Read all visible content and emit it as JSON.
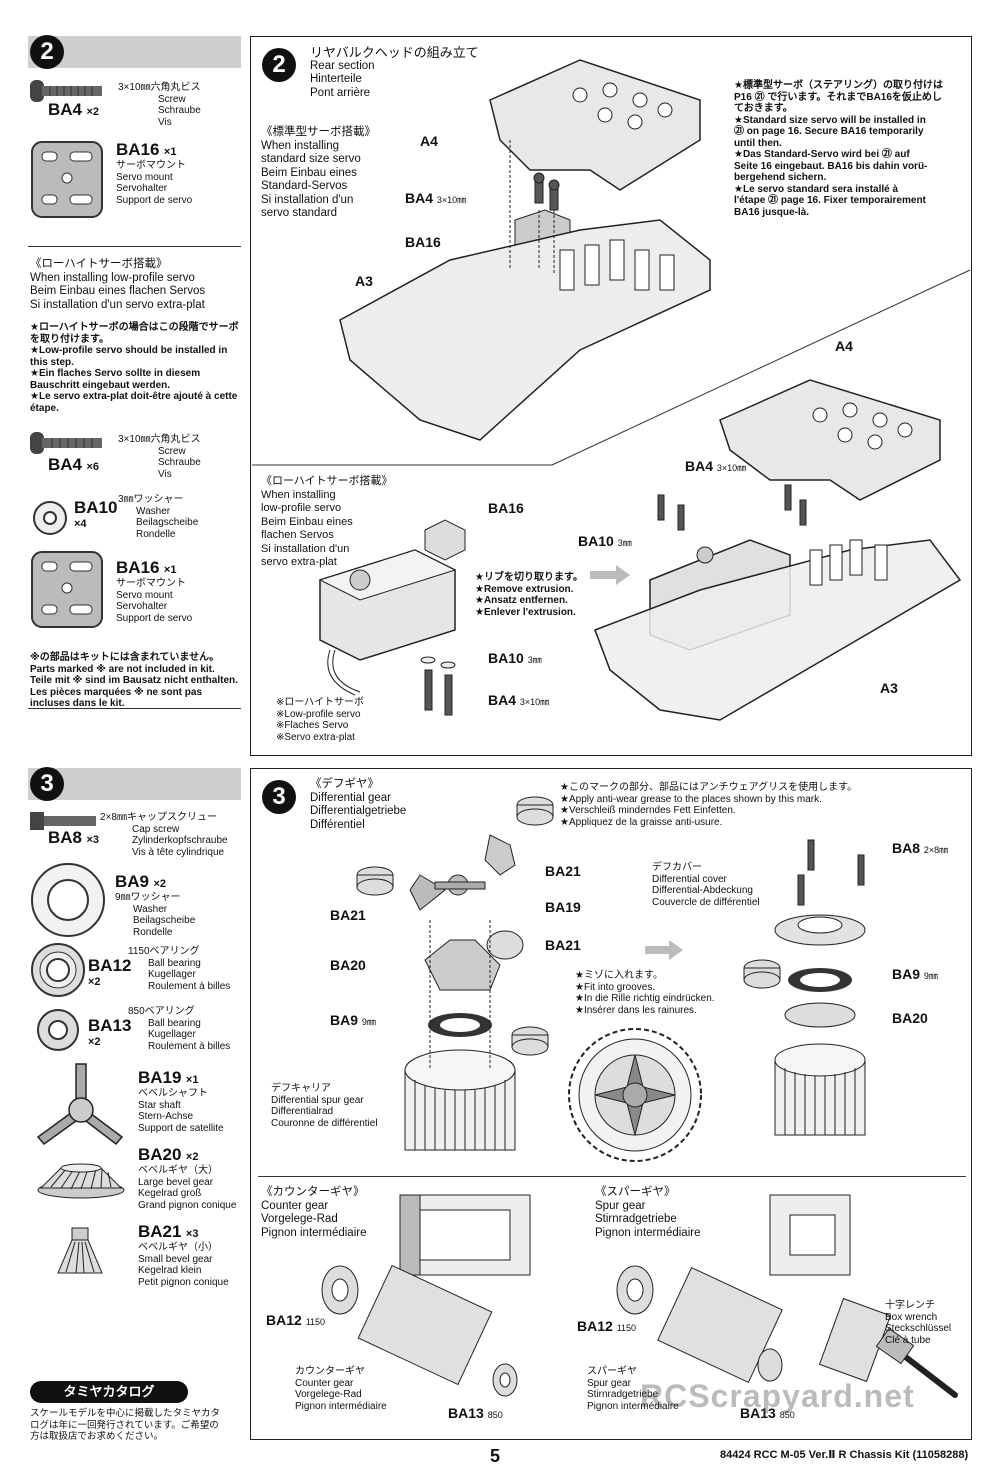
{
  "step2": {
    "number": "2",
    "parts": {
      "screw_a": {
        "jp": "3×10㎜六角丸ビス",
        "langs": [
          "Screw",
          "Schraube",
          "Vis"
        ],
        "code": "BA4",
        "qty": "×2"
      },
      "mount_a": {
        "jp": "サーボマウント",
        "langs": [
          "Servo mount",
          "Servohalter",
          "Support de servo"
        ],
        "code": "BA16",
        "qty": "×1"
      },
      "lowprofile_heading": [
        "《ローハイトサーボ搭載》",
        "When installing low-profile servo",
        "Beim Einbau eines flachen Servos",
        "Si installation d'un servo extra-plat"
      ],
      "lowprofile_notes": [
        "★ローハイトサーボの場合はこの段階でサーボを取り付けます。",
        "★Low-profile servo should be installed in this step.",
        "★Ein flaches Servo sollte in diesem Bauschritt eingebaut werden.",
        "★Le servo extra-plat doit-être ajouté à cette étape."
      ],
      "screw_b": {
        "jp": "3×10㎜六角丸ビス",
        "langs": [
          "Screw",
          "Schraube",
          "Vis"
        ],
        "code": "BA4",
        "qty": "×6"
      },
      "washer": {
        "jp": "3㎜ワッシャー",
        "langs": [
          "Washer",
          "Beilagscheibe",
          "Rondelle"
        ],
        "code": "BA10",
        "qty": "×4"
      },
      "mount_b": {
        "jp": "サーボマウント",
        "langs": [
          "Servo mount",
          "Servohalter",
          "Support de servo"
        ],
        "code": "BA16",
        "qty": "×1"
      },
      "not_included": [
        "※の部品はキットには含まれていません。",
        "Parts marked ※ are not included in kit.",
        "Teile mit ※ sind im Bausatz nicht enthalten.",
        "Les pièces marquées ※ ne sont pas",
        "incluses dans le kit."
      ]
    },
    "diagram": {
      "title": [
        "リヤバルクヘッドの組み立て",
        "Rear section",
        "Hinterteile",
        "Pont arrière"
      ],
      "std_heading": [
        "《標準型サーボ搭載》",
        "When installing",
        "standard size servo",
        "Beim Einbau eines",
        "Standard-Servos",
        "Si installation d'un",
        "servo standard"
      ],
      "std_note": [
        "★標準型サーボ（ステアリング）の取り付けは",
        "P16 ㉑ で行います。それまでBA16を仮止めし",
        "ておきます。",
        "★Standard size servo will be installed in",
        "㉑ on page 16. Secure BA16 temporarily",
        "until then.",
        "★Das Standard-Servo wird bei ㉑ auf",
        "Seite 16 eingebaut. BA16 bis dahin vorü-",
        "bergehend sichern.",
        "★Le servo standard sera installé à",
        "l'étape ㉑ page 16. Fixer temporairement",
        "BA16 jusque-là."
      ],
      "low_heading": [
        "《ローハイトサーボ搭載》",
        "When installing",
        "low-profile servo",
        "Beim Einbau eines",
        "flachen Servos",
        "Si installation d'un",
        "servo extra-plat"
      ],
      "remove_note": [
        "★リブを切り取ります。",
        "★Remove extrusion.",
        "★Ansatz entfernen.",
        "★Enlever l'extrusion."
      ],
      "servo_note": [
        "※ローハイトサーボ",
        "※Low-profile servo",
        "※Flaches Servo",
        "※Servo extra-plat"
      ],
      "labels": {
        "a4": "A4",
        "a3": "A3",
        "ba4": "BA4",
        "ba4_size": "3×10㎜",
        "ba16": "BA16",
        "ba10": "BA10",
        "ba10_size": "3㎜"
      }
    }
  },
  "step3": {
    "number": "3",
    "parts": {
      "cap_screw": {
        "jp": "2×8㎜キャップスクリュー",
        "langs": [
          "Cap screw",
          "Zylinderkopfschraube",
          "Vis à tête cylindrique"
        ],
        "code": "BA8",
        "qty": "×3"
      },
      "washer9": {
        "jp": "9㎜ワッシャー",
        "langs": [
          "Washer",
          "Beilagscheibe",
          "Rondelle"
        ],
        "code": "BA9",
        "qty": "×2"
      },
      "bearing1150": {
        "jp": "1150ベアリング",
        "langs": [
          "Ball bearing",
          "Kugellager",
          "Roulement à billes"
        ],
        "code": "BA12",
        "qty": "×2"
      },
      "bearing850": {
        "jp": "850ベアリング",
        "langs": [
          "Ball bearing",
          "Kugellager",
          "Roulement à billes"
        ],
        "code": "BA13",
        "qty": "×2"
      },
      "star_shaft": {
        "jp": "ベベルシャフト",
        "langs": [
          "Star shaft",
          "Stern-Achse",
          "Support de satellite"
        ],
        "code": "BA19",
        "qty": "×1"
      },
      "large_bevel": {
        "jp": "ベベルギヤ（大）",
        "langs": [
          "Large bevel gear",
          "Kegelrad groß",
          "Grand pignon conique"
        ],
        "code": "BA20",
        "qty": "×2"
      },
      "small_bevel": {
        "jp": "ベベルギヤ（小）",
        "langs": [
          "Small bevel gear",
          "Kegelrad klein",
          "Petit pignon conique"
        ],
        "code": "BA21",
        "qty": "×3"
      }
    },
    "catalog": {
      "title": "タミヤカタログ",
      "text": [
        "スケールモデルを中心に掲載したタミヤカタ",
        "ログは年に一回発行されています。ご希望の",
        "方は取扱店でお求めください。"
      ]
    },
    "diagram": {
      "title": [
        "《デフギヤ》",
        "Differential gear",
        "Differentialgetriebe",
        "Différentiel"
      ],
      "grease_note": [
        "★このマークの部分、部品にはアンチウェアグリスを使用します。",
        "★Apply anti-wear grease to the places shown by this mark.",
        "★Verschleiß minderndes Fett Einfetten.",
        "★Appliquez de la graisse anti-usure."
      ],
      "groove_note": [
        "★ミゾに入れます。",
        "★Fit into grooves.",
        "★In die Rille richtig eindrücken.",
        "★Insérer dans les rainures."
      ],
      "carrier": [
        "デフキャリア",
        "Differential spur gear",
        "Differentialrad",
        "Couronne de différentiel"
      ],
      "cover": [
        "デフカバー",
        "Differential cover",
        "Differential-Abdeckung",
        "Couvercle de différentiel"
      ],
      "labels": {
        "ba21": "BA21",
        "ba19": "BA19",
        "ba20": "BA20",
        "ba9": "BA9",
        "mm9": "9㎜",
        "ba8": "BA8",
        "ba8_size": "2×8㎜",
        "ba12": "BA12",
        "n1150": "1150",
        "ba13": "BA13",
        "n850": "850"
      },
      "counter_heading": [
        "《カウンターギヤ》",
        "Counter gear",
        "Vorgelege-Rad",
        "Pignon intermédiaire"
      ],
      "counter_label": [
        "カウンターギヤ",
        "Counter gear",
        "Vorgelege-Rad",
        "Pignon intermédiaire"
      ],
      "spur_heading": [
        "《スパーギヤ》",
        "Spur gear",
        "Stirnradgetriebe",
        "Pignon intermédiaire"
      ],
      "spur_label": [
        "スパーギヤ",
        "Spur gear",
        "Stirnradgetriebe",
        "Pignon intermédiaire"
      ],
      "wrench": [
        "十字レンチ",
        "Box wrench",
        "Steckschlüssel",
        "Clé à tube"
      ]
    }
  },
  "footer": {
    "page": "5",
    "doc": "84424 RCC M-05 Ver.Ⅱ R Chassis Kit (11058288)",
    "watermark": "RCScrapyard.net"
  }
}
